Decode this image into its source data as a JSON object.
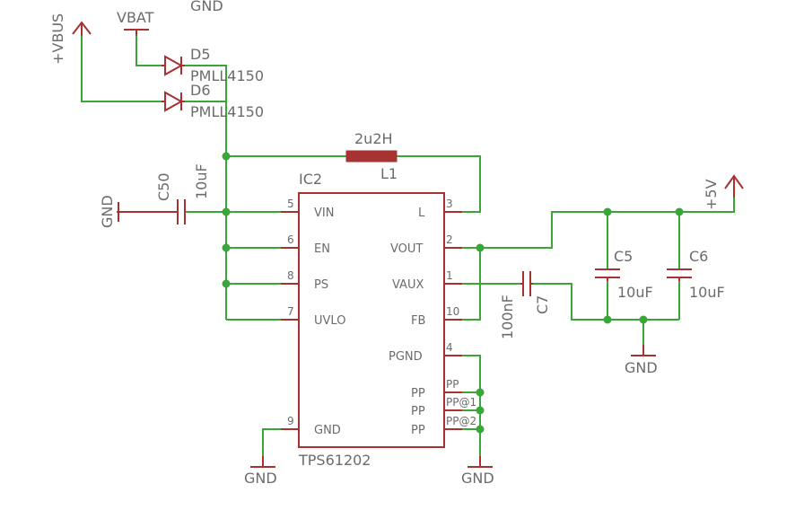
{
  "labels": {
    "gnd_top": "GND",
    "vbat": "VBAT",
    "vbus": "+VBUS",
    "d5_name": "D5",
    "d5_value": "PMLL4150",
    "d6_name": "D6",
    "d6_value": "PMLL4150",
    "l1_value": "2u2H",
    "l1_name": "L1",
    "ic_name": "IC2",
    "ic_part": "TPS61202",
    "c50_name": "C50",
    "c50_value": "10uF",
    "gnd_left": "GND",
    "c7_name": "C7",
    "c7_value": "100nF",
    "c5_name": "C5",
    "c5_value": "10uF",
    "c6_name": "C6",
    "c6_value": "10uF",
    "plus5v": "+5V",
    "gnd_ic_left": "GND",
    "gnd_ic_right": "GND",
    "gnd_caps": "GND"
  },
  "ic_pins": {
    "left": [
      {
        "num": "5",
        "name": "VIN"
      },
      {
        "num": "6",
        "name": "EN"
      },
      {
        "num": "8",
        "name": "PS"
      },
      {
        "num": "7",
        "name": "UVLO"
      },
      {
        "num": "9",
        "name": "GND"
      }
    ],
    "right": [
      {
        "num": "3",
        "name": "L"
      },
      {
        "num": "2",
        "name": "VOUT"
      },
      {
        "num": "1",
        "name": "VAUX"
      },
      {
        "num": "10",
        "name": "FB"
      },
      {
        "num": "4",
        "name": "PGND"
      },
      {
        "num": "PP",
        "name": "PP"
      },
      {
        "num": "PP@1",
        "name": "PP"
      },
      {
        "num": "PP@2",
        "name": "PP"
      }
    ]
  },
  "colors": {
    "wire": "#3aa63a",
    "part": "#a83232",
    "text": "#6b6b6b",
    "background": "#ffffff"
  }
}
